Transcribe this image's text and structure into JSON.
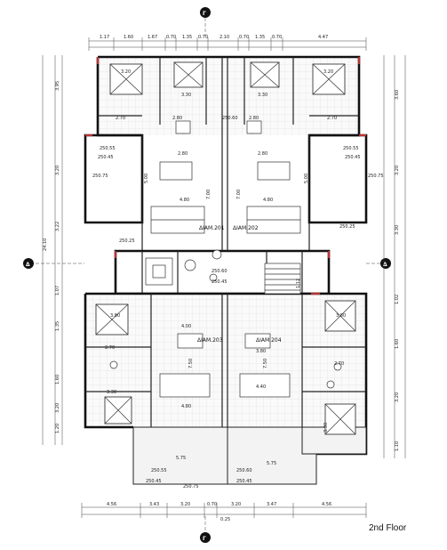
{
  "floor_label": "2nd Floor",
  "axis_labels": {
    "top": "Γ",
    "bottom": "Γ",
    "left": "Δ",
    "right": "Δ"
  },
  "top_dimensions": [
    "1.17",
    "1.60",
    "1.67",
    "0.70",
    "1.35",
    "0.70",
    "2.10",
    "0.70",
    "1.35",
    "0.70",
    "4.47"
  ],
  "bottom_dimensions": [
    "4.56",
    "3.43",
    "3.20",
    "0.70",
    "3.20",
    "3.47",
    "4.56"
  ],
  "bottom_total": "0.25",
  "left_dimensions": [
    "3.95",
    "3.20",
    "3.22",
    "24.10",
    "1.07",
    "1.35",
    "1.60",
    "3.20",
    "1.20"
  ],
  "right_dimensions": [
    "3.60",
    "3.20",
    "3.30",
    "1.02",
    "1.60",
    "3.20",
    "1.10"
  ],
  "apartments": [
    {
      "label": "ΔΙΑΜ.201"
    },
    {
      "label": "ΔΙΑΜ.202"
    },
    {
      "label": "ΔΙΑΜ.203"
    },
    {
      "label": "ΔΙΑΜ.204"
    }
  ],
  "room_dims": {
    "tl_bed": "3.20",
    "tl_bed2": "3.30",
    "tl_bath": "2.70",
    "tl_wc": "2.80",
    "tr_bed": "3.20",
    "tr_bed2": "3.30",
    "tr_bath": "2.70",
    "tr_wc": "2.80",
    "tl_living": "4.80",
    "tr_living": "4.80",
    "tl_kit": "2.80",
    "tr_kit": "2.80",
    "tl_v": "5.00",
    "tr_v": "5.00",
    "tl_lv": "7.00",
    "tr_lv": "7.00",
    "bl_bed": "3.80",
    "bl_bed2": "3.30",
    "bl_bath": "2.70",
    "bl_liv": "4.80",
    "bl_kit": "4.00",
    "bl_v": "7.50",
    "br_bed": "3.80",
    "br_liv": "4.40",
    "br_kit": "3.80",
    "br_v": "7.50",
    "br_bath": "2.70",
    "br_bed2": "3.30",
    "terr_l": "5.75",
    "terr_r": "5.75",
    "stair_w": "1.12"
  },
  "window_codes": {
    "w1": "250.60",
    "w2": "250.55",
    "w3": "250.45",
    "w4": "250.75",
    "w5": "250.25",
    "w6": "250.60",
    "w7": "250.45",
    "w8": "250.75",
    "w9": "250.55",
    "w10": "250.45",
    "w11": "250.25",
    "w12": "250.55",
    "w13": "250.45",
    "w14": "250.75",
    "w15": "250.60",
    "w16": "250.45"
  }
}
